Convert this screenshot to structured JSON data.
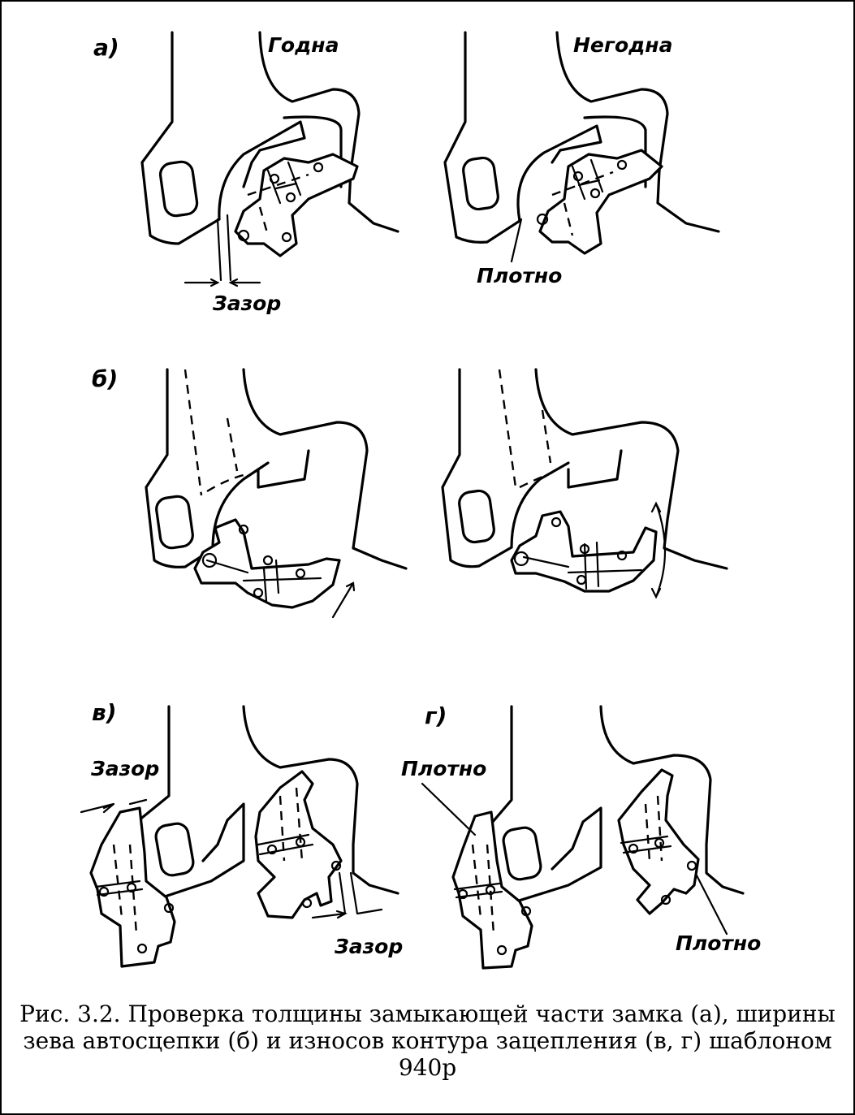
{
  "panels": {
    "a": {
      "label": "а)",
      "good": "Годна",
      "bad": "Негодна",
      "gap": "Зазор",
      "tight": "Плотно"
    },
    "b": {
      "label": "б)"
    },
    "v": {
      "label": "в)",
      "gap_top": "Зазор",
      "gap_bottom": "Зазор"
    },
    "g": {
      "label": "г)",
      "tight_top": "Плотно",
      "tight_bottom": "Плотно"
    }
  },
  "caption": {
    "line1": "Рис. 3.2. Проверка толщины замыкающей части замка (а), ширины",
    "line2": "зева автосцепки (б) и  износов контура  зацепления (в, г) шаблоном",
    "line3": "940р"
  }
}
